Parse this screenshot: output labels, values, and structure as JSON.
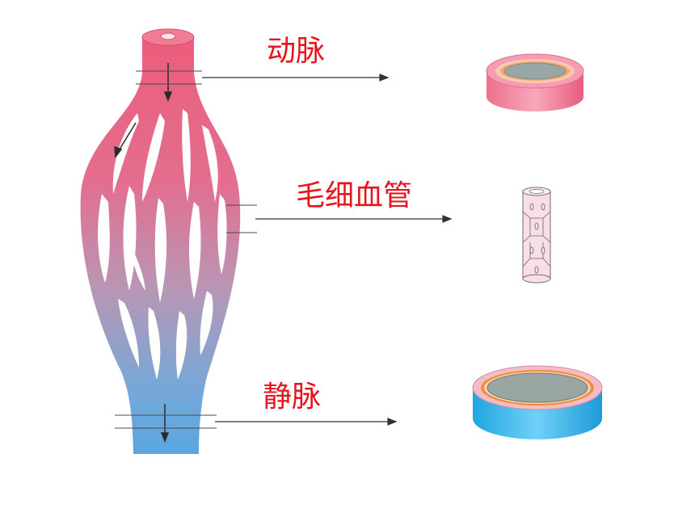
{
  "labels": {
    "artery": "动脉",
    "capillary": "毛细血管",
    "vein": "静脉"
  },
  "colors": {
    "label": "#e8141c",
    "artery_top": "#ec5d7b",
    "vessel_mid": "#c98aa6",
    "vein_bottom": "#5aa6e0",
    "artery_wall": "#f48aa0",
    "vein_wall": "#2fb6ea",
    "lumen": "#9aa6a3",
    "inner_layer": "#f5a96a"
  }
}
